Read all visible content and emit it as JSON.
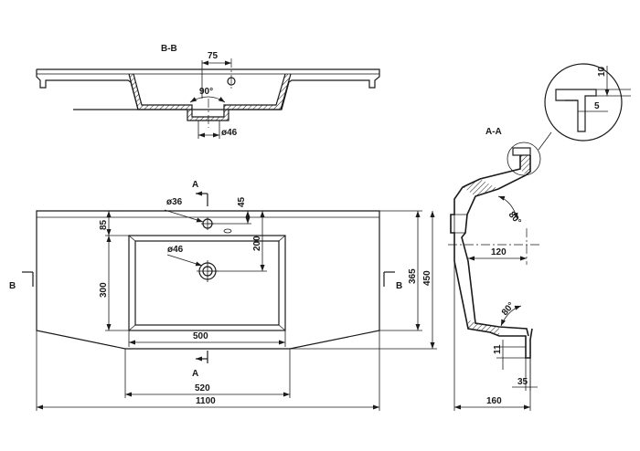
{
  "labels": {
    "section_bb": "B-B",
    "section_aa": "A-A",
    "a_top": "A",
    "a_bottom": "A",
    "b_left": "B",
    "b_right": "B"
  },
  "dims": {
    "tap_offset": "75",
    "drain_angle": "90°",
    "drain_dia_bb": "ø46",
    "tap_dia": "ø36",
    "drain_dia": "ø46",
    "basin_setback": "85",
    "basin_depth": "300",
    "tap_setback": "45",
    "drain_setback": "200",
    "basin_width": "500",
    "front_width": "520",
    "total_width": "1100",
    "side_depth": "365",
    "total_depth": "450",
    "wall_angle_top": "80°",
    "wall_angle_bottom": "80°",
    "drain_distance": "120",
    "lip_height": "11",
    "rim_thickness": "35",
    "profile_depth": "160",
    "detail_height": "10",
    "detail_width": "5"
  }
}
